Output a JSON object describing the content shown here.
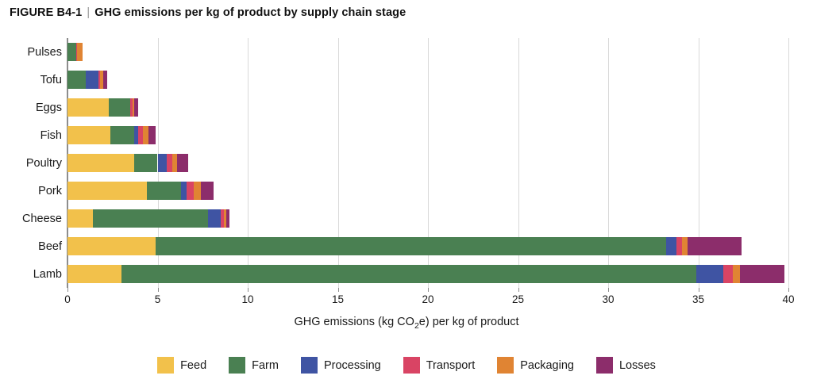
{
  "title": {
    "figure_number": "FIGURE B4-1",
    "separator": "|",
    "text": "GHG emissions per kg of product by supply chain stage"
  },
  "axis": {
    "x_title_before": "GHG emissions (kg CO",
    "x_title_sub": "2",
    "x_title_after": "e) per kg of product",
    "x_ticks": [
      "0",
      "5",
      "10",
      "15",
      "20",
      "25",
      "30",
      "35",
      "40"
    ]
  },
  "legend": {
    "items": [
      {
        "label": "Feed",
        "color": "#F2C14B"
      },
      {
        "label": "Farm",
        "color": "#4A8052"
      },
      {
        "label": "Processing",
        "color": "#3F54A3"
      },
      {
        "label": "Transport",
        "color": "#D94464"
      },
      {
        "label": "Packaging",
        "color": "#E08433"
      },
      {
        "label": "Losses",
        "color": "#8C2D6B"
      }
    ]
  },
  "chart_data": {
    "type": "bar",
    "orientation": "horizontal",
    "stacked": true,
    "title": "GHG emissions per kg of product by supply chain stage",
    "xlabel": "GHG emissions (kg CO2e) per kg of product",
    "ylabel": "",
    "xlim": [
      0,
      40
    ],
    "xticks": [
      0,
      5,
      10,
      15,
      20,
      25,
      30,
      35,
      40
    ],
    "grid": "vertical",
    "legend_position": "bottom",
    "categories": [
      "Pulses",
      "Tofu",
      "Eggs",
      "Fish",
      "Poultry",
      "Pork",
      "Cheese",
      "Beef",
      "Lamb"
    ],
    "series": [
      {
        "name": "Feed",
        "color": "#F2C14B",
        "values": [
          0.0,
          0.0,
          2.3,
          2.4,
          3.7,
          4.4,
          1.4,
          4.9,
          3.0
        ]
      },
      {
        "name": "Farm",
        "color": "#4A8052",
        "values": [
          0.5,
          1.0,
          1.2,
          1.3,
          1.3,
          1.9,
          6.4,
          28.3,
          31.9
        ]
      },
      {
        "name": "Processing",
        "color": "#3F54A3",
        "values": [
          0.0,
          0.7,
          0.0,
          0.2,
          0.5,
          0.3,
          0.7,
          0.6,
          1.5
        ]
      },
      {
        "name": "Transport",
        "color": "#D94464",
        "values": [
          0.05,
          0.1,
          0.1,
          0.3,
          0.3,
          0.4,
          0.2,
          0.3,
          0.5
        ]
      },
      {
        "name": "Packaging",
        "color": "#E08433",
        "values": [
          0.3,
          0.2,
          0.1,
          0.3,
          0.3,
          0.4,
          0.1,
          0.3,
          0.4
        ]
      },
      {
        "name": "Losses",
        "color": "#8C2D6B",
        "values": [
          0.0,
          0.2,
          0.2,
          0.4,
          0.6,
          0.7,
          0.2,
          3.0,
          2.5
        ]
      }
    ],
    "totals": [
      0.9,
      2.2,
      3.9,
      4.9,
      6.7,
      8.1,
      9.0,
      37.4,
      39.8
    ]
  }
}
